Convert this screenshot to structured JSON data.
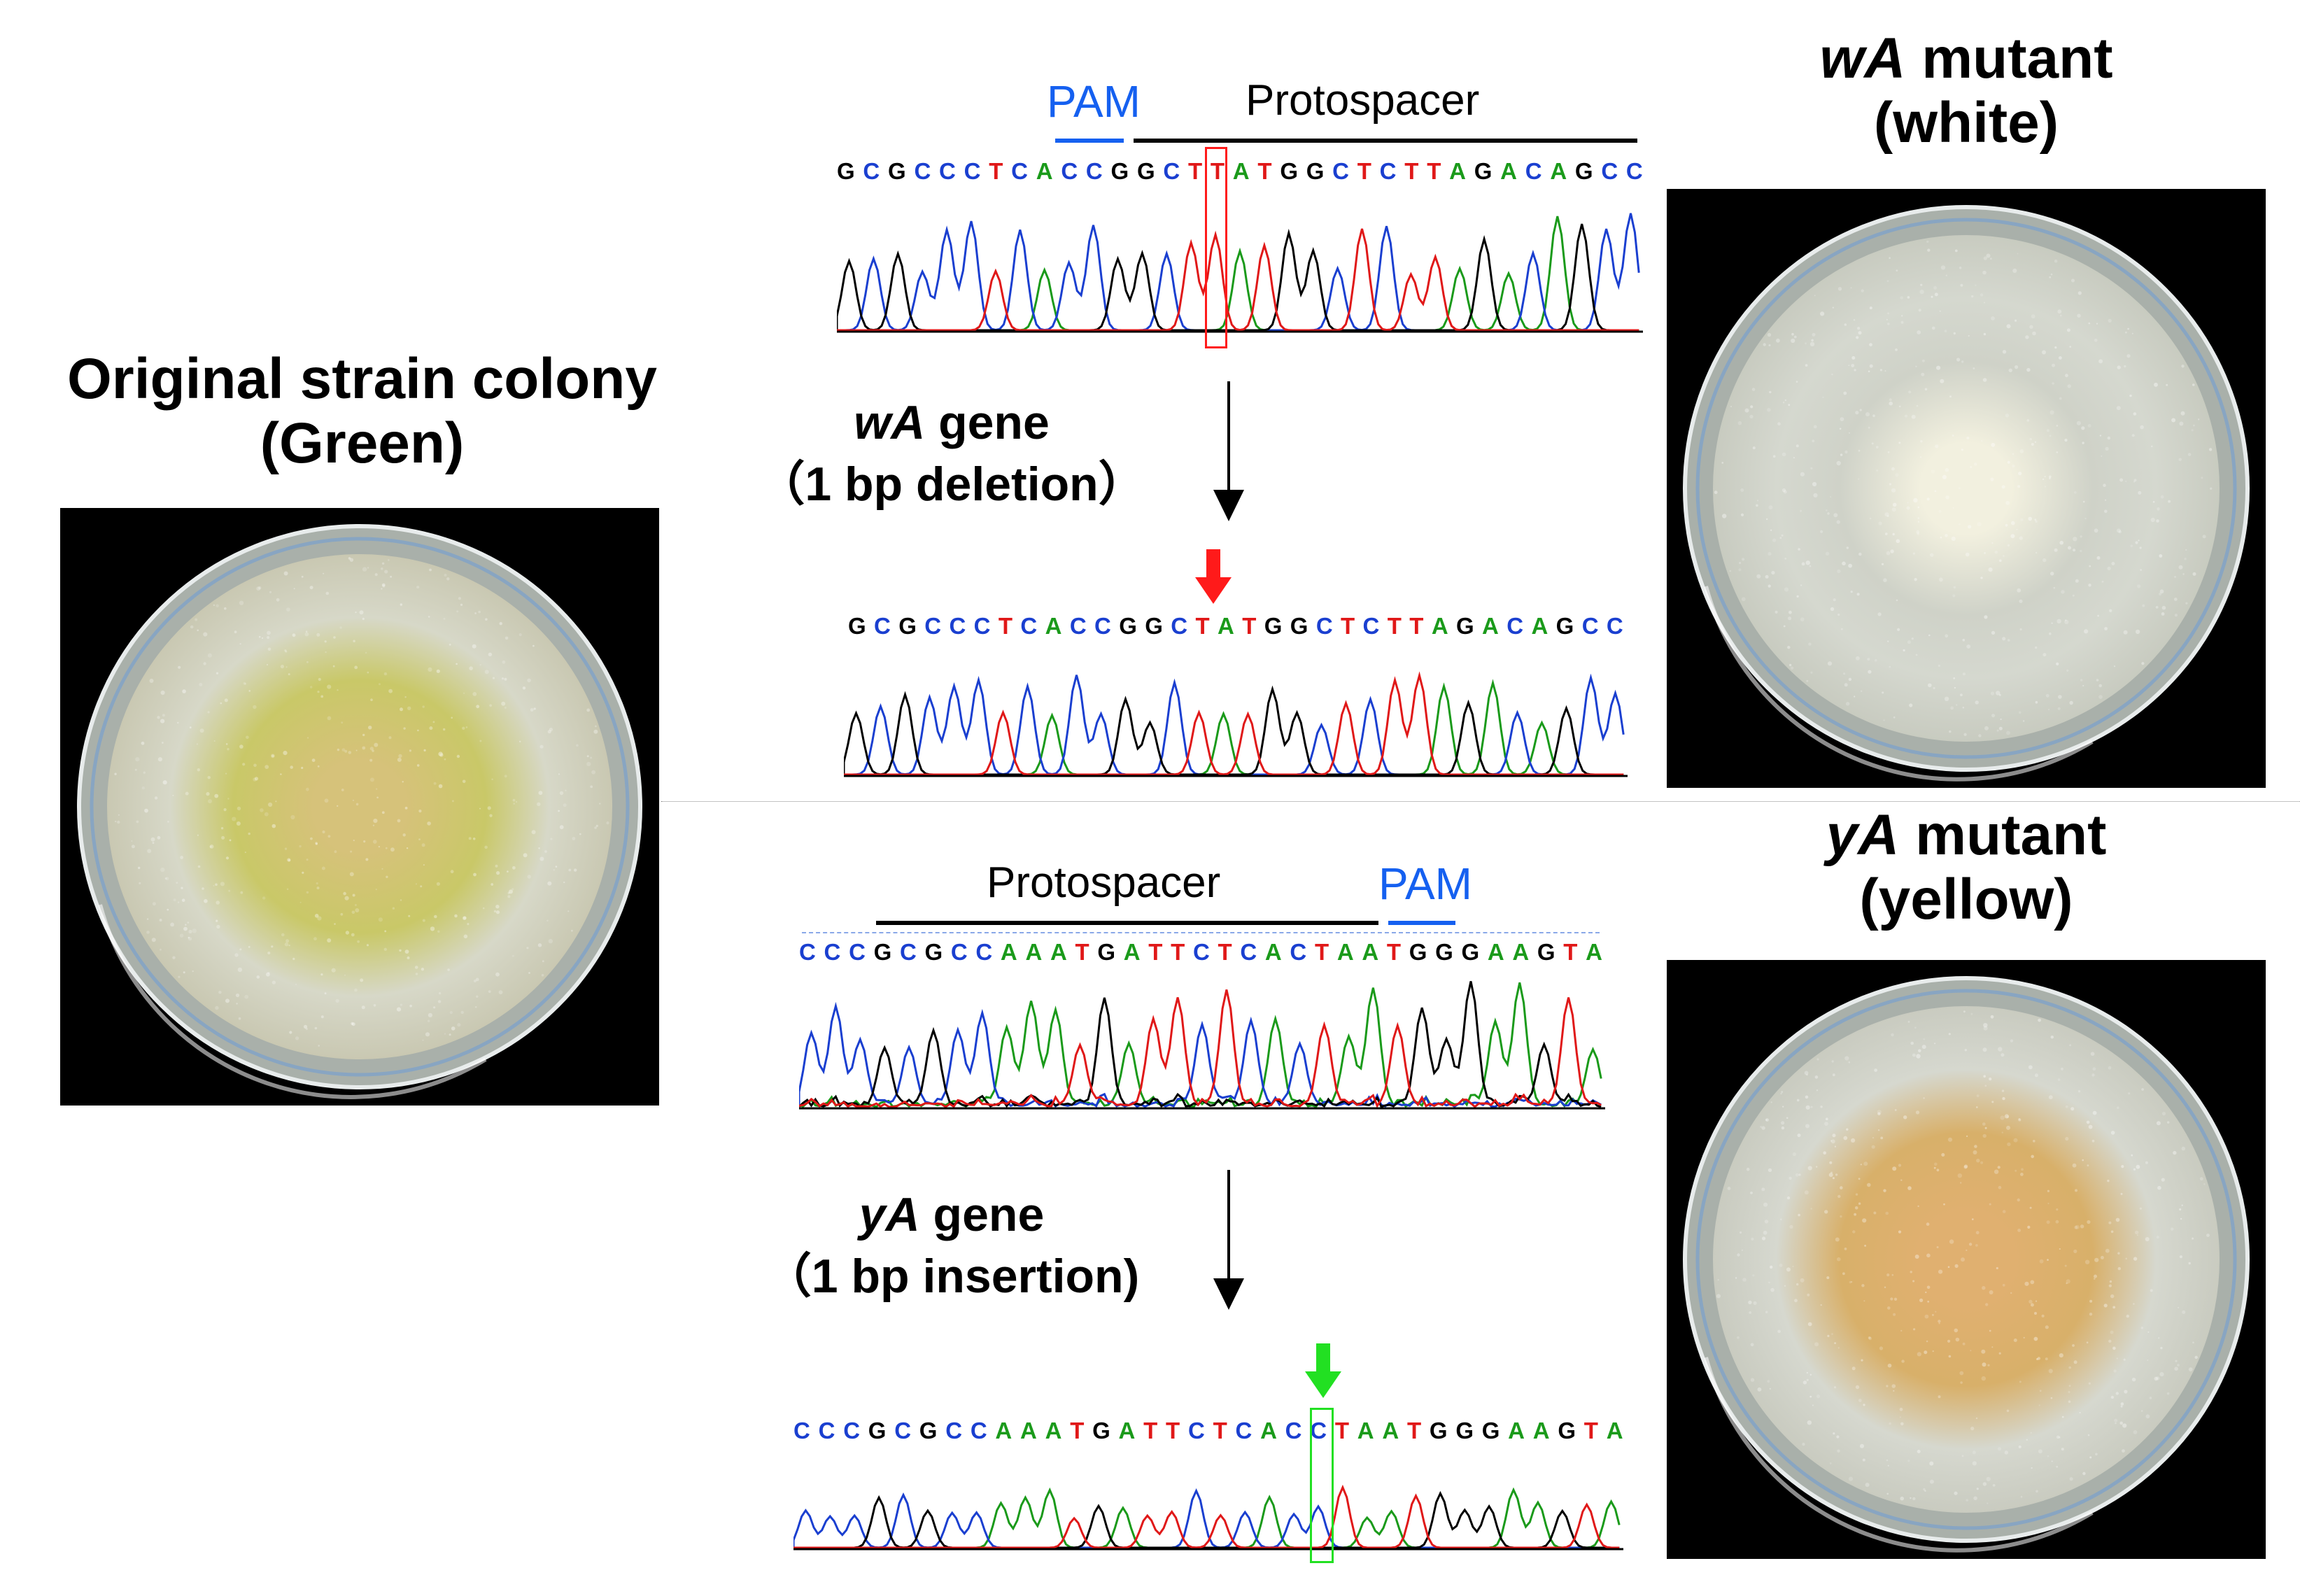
{
  "original": {
    "title_line1": "Original strain colony",
    "title_line2": "(Green)"
  },
  "wa_mutant": {
    "title_gene": "wA",
    "title_rest": " mutant",
    "title_line2": "(white)"
  },
  "ya_mutant": {
    "title_gene": "yA",
    "title_rest": " mutant",
    "title_line2": "(yellow)"
  },
  "wa_panel": {
    "pam_label": "PAM",
    "protospacer_label": "Protospacer",
    "gene_name": "wA",
    "gene_word": " gene",
    "mutation": "（1 bp deletion）",
    "wild_sequence": "GCGCCCTCACCGGCTTATGGCTCTTAGACAGCC",
    "mutant_sequence": "GCGCCCTCACCGGCTATGGCTCTTAGACAGCC",
    "marker_color": "#ff1a1a"
  },
  "ya_panel": {
    "pam_label": "PAM",
    "protospacer_label": "Protospacer",
    "gene_name": "yA",
    "gene_word": " gene",
    "mutation": "（1 bp insertion)",
    "wild_sequence": "CCCGCGCCAAATGATTCTCACTAATGGGAAGTA",
    "mutant_sequence": "CCCGCGCCAAATGATTCTCACCTAATGGGAAGTA",
    "marker_color": "#22e022"
  },
  "base_colors": {
    "A": "#1a9a1a",
    "C": "#1a3fd0",
    "G": "#000000",
    "T": "#e01818"
  },
  "plate_colors": {
    "original": {
      "rim": "#c9c8b2",
      "outer": "#d7d8c8",
      "mid": "#c9c868",
      "center": "#d6c27a"
    },
    "white": {
      "rim": "#c8cbc0",
      "outer": "#d5d8cf",
      "mid": "#cfd2c8",
      "center": "#f2f0df"
    },
    "yellow": {
      "rim": "#c9cbc0",
      "outer": "#d6d8cf",
      "mid": "#d8b06a",
      "center": "#e0b070"
    }
  }
}
